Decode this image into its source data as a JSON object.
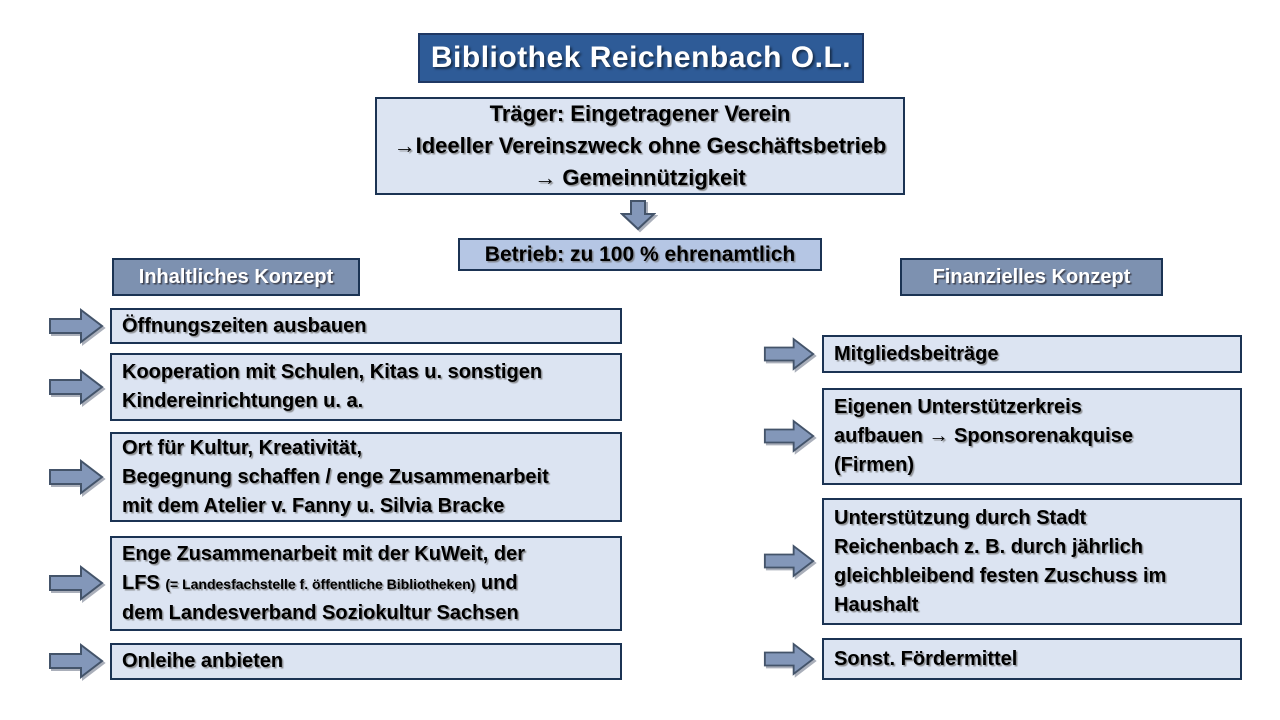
{
  "colors": {
    "title_bg": "#2e5b97",
    "box_light_bg": "#dce4f2",
    "box_mid_bg": "#b5c6e4",
    "header_bg": "#7d91b0",
    "arrow_fill": "#8397b9",
    "arrow_stroke": "#44546a",
    "border_dark": "#1b3353"
  },
  "title": "Bibliothek Reichenbach O.L.",
  "traeger": "Träger: Eingetragener Verein\n→Ideeller Vereinszweck ohne Geschäftsbetrieb\n→ Gemeinnützigkeit",
  "betrieb": "Betrieb: zu 100 % ehrenamtlich",
  "left_column": {
    "header": "Inhaltliches Konzept",
    "items": [
      {
        "text": "Öffnungszeiten ausbauen"
      },
      {
        "text": "Kooperation mit Schulen, Kitas u. sonstigen\nKindereinrichtungen u. a."
      },
      {
        "text": "Ort für Kultur, Kreativität,\nBegegnung schaffen / enge Zusammenarbeit\nmit dem Atelier v. Fanny u. Silvia Bracke"
      },
      {
        "text_pre": "Enge Zusammenarbeit mit der KuWeit, der\nLFS ",
        "text_small": "(= Landesfachstelle f. öffentliche Bibliotheken)",
        "text_post": " und\ndem Landesverband Soziokultur Sachsen"
      },
      {
        "text": "Onleihe anbieten"
      }
    ]
  },
  "right_column": {
    "header": "Finanzielles Konzept",
    "items": [
      {
        "text": "Mitgliedsbeiträge"
      },
      {
        "text": "Eigenen Unterstützerkreis\naufbauen → Sponsorenakquise\n(Firmen)"
      },
      {
        "text": "Unterstützung durch Stadt\nReichenbach z. B. durch jährlich\ngleichbleibend festen Zuschuss im\nHaushalt"
      },
      {
        "text": "Sonst. Fördermittel"
      }
    ]
  }
}
